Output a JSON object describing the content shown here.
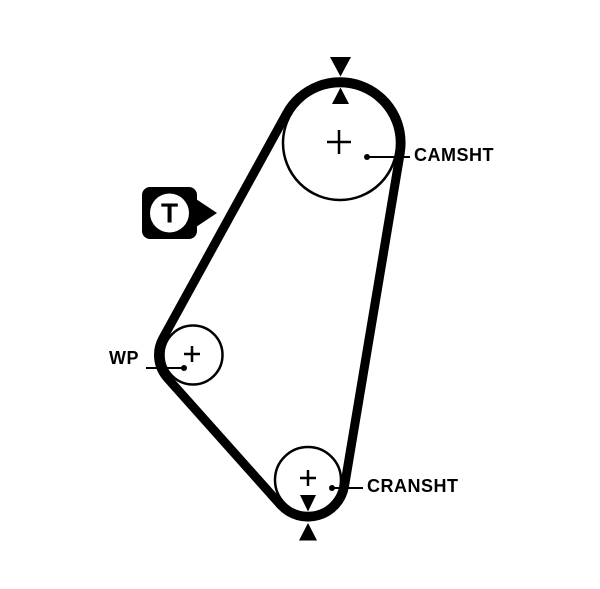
{
  "diagram": {
    "kind": "timing-belt-routing-diagram",
    "colors": {
      "line": "#000000",
      "background": "#ffffff"
    },
    "belt": {
      "name": "timing-belt"
    },
    "pulleys": {
      "camshaft": {
        "label": "CAMSHT"
      },
      "water_pump": {
        "label": "WP"
      },
      "crankshaft": {
        "label": "CRANSHT"
      }
    },
    "markers": {
      "tensioner": {
        "label": "T"
      },
      "alignment_top": "paired-triangles",
      "alignment_bottom": "paired-triangles"
    }
  }
}
